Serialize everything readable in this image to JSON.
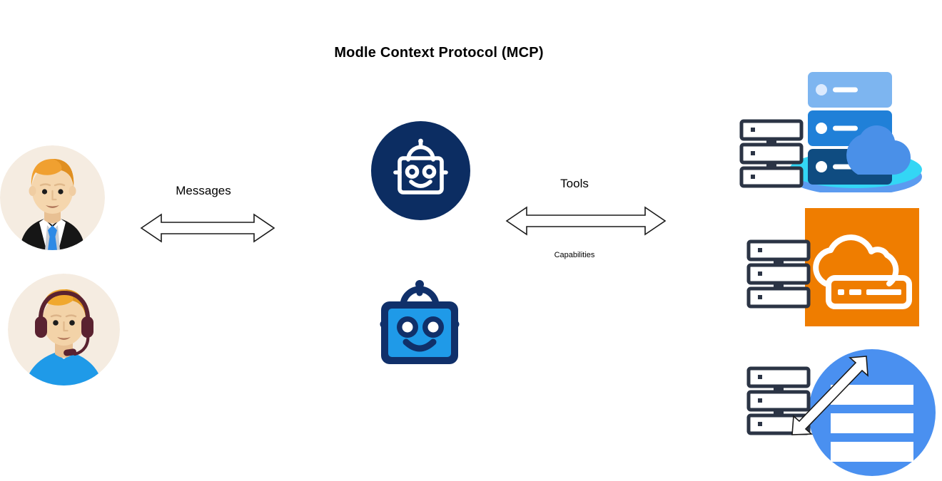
{
  "diagram": {
    "title": "Modle Context Protocol (MCP)",
    "background": "#ffffff"
  },
  "flows": [
    {
      "id": "messages",
      "label": "Messages",
      "sublabel": "",
      "direction": "bidirectional",
      "from": "users",
      "to": "host-agents"
    },
    {
      "id": "tools",
      "label": "Tools",
      "sublabel": "Capabilities",
      "direction": "bidirectional",
      "from": "host-agents",
      "to": "servers"
    }
  ],
  "actors": {
    "users": [
      {
        "id": "client-user",
        "icon_name": "businessman-avatar-icon",
        "colors": {
          "background": "#f5ece1",
          "hair": "#f0a030",
          "skin": "#f5d6ad",
          "suit": "#1a1a1a",
          "shirt": "#ffffff",
          "tie": "#2e8ae6"
        }
      },
      {
        "id": "support-user",
        "icon_name": "support-agent-avatar-icon",
        "colors": {
          "background": "#f5ece1",
          "hair": "#f0a82e",
          "skin": "#f3d3a8",
          "headset": "#5a2230",
          "shirt": "#1f9ae8"
        }
      }
    ],
    "agents": [
      {
        "id": "primary-agent",
        "icon_name": "robot-circle-icon",
        "colors": {
          "circle": "#0c2d62",
          "robot": "#ffffff"
        }
      },
      {
        "id": "secondary-agent",
        "icon_name": "robot-icon",
        "colors": {
          "body": "#1f9ae8",
          "outline": "#10306a",
          "eyes": "#ffffff"
        }
      }
    ],
    "servers": [
      {
        "id": "cloud-server",
        "icon_name": "cloud-server-stack-icon",
        "rack_icon_name": "server-rack-icon",
        "colors": {
          "tier_top": "#7db5f0",
          "tier_mid": "#2080d8",
          "tier_bottom": "#0f4c81",
          "cloud": "#4a90e8",
          "disc_top": "#33d6f5",
          "disc_side": "#5b9bf0",
          "rack_outline": "#2b3445"
        }
      },
      {
        "id": "storage-server",
        "icon_name": "cloud-storage-tile-icon",
        "rack_icon_name": "server-rack-icon",
        "colors": {
          "tile": "#ef7d00",
          "glyph": "#ffffff",
          "rack_outline": "#2b3445"
        }
      },
      {
        "id": "database-server",
        "icon_name": "database-circle-icon",
        "rack_icon_name": "server-rack-icon",
        "arrow_icon_name": "bidirectional-diagonal-arrow-icon",
        "colors": {
          "circle": "#4a90f0",
          "bars": "#ffffff",
          "rack_outline": "#2b3445",
          "arrow": "#1a1a1a"
        }
      }
    ]
  },
  "palette": {
    "title_text": "#000000",
    "label_text": "#000000",
    "arrow_stroke": "#1a1a1a",
    "arrow_fill": "#ffffff"
  }
}
